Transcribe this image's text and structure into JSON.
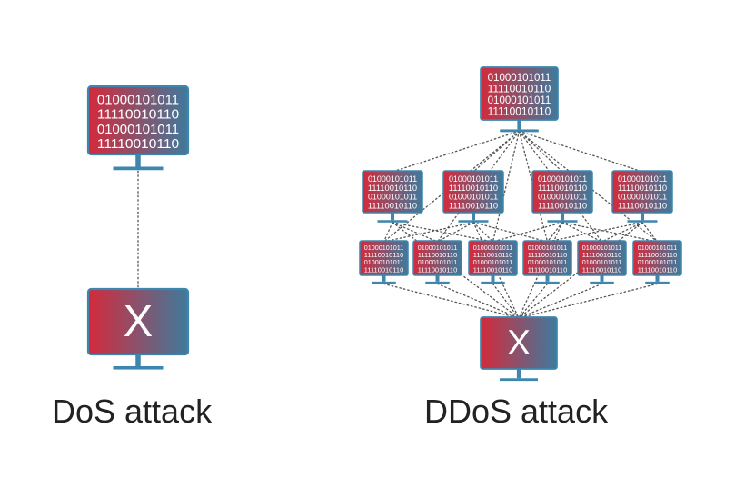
{
  "colors": {
    "red": "#d42a3c",
    "blue": "#3f7a9c",
    "stand": "#3d86ad",
    "line": "#555555",
    "text": "#222222"
  },
  "binary_lines": [
    "01000101011",
    "11110010110",
    "01000101011",
    "11110010110"
  ],
  "target_mark": "X",
  "dos": {
    "caption": "DoS attack",
    "attacker_count": 1
  },
  "ddos": {
    "caption": "DDoS attack",
    "controller_count": 1,
    "handler_count": 4,
    "bot_count": 6
  }
}
